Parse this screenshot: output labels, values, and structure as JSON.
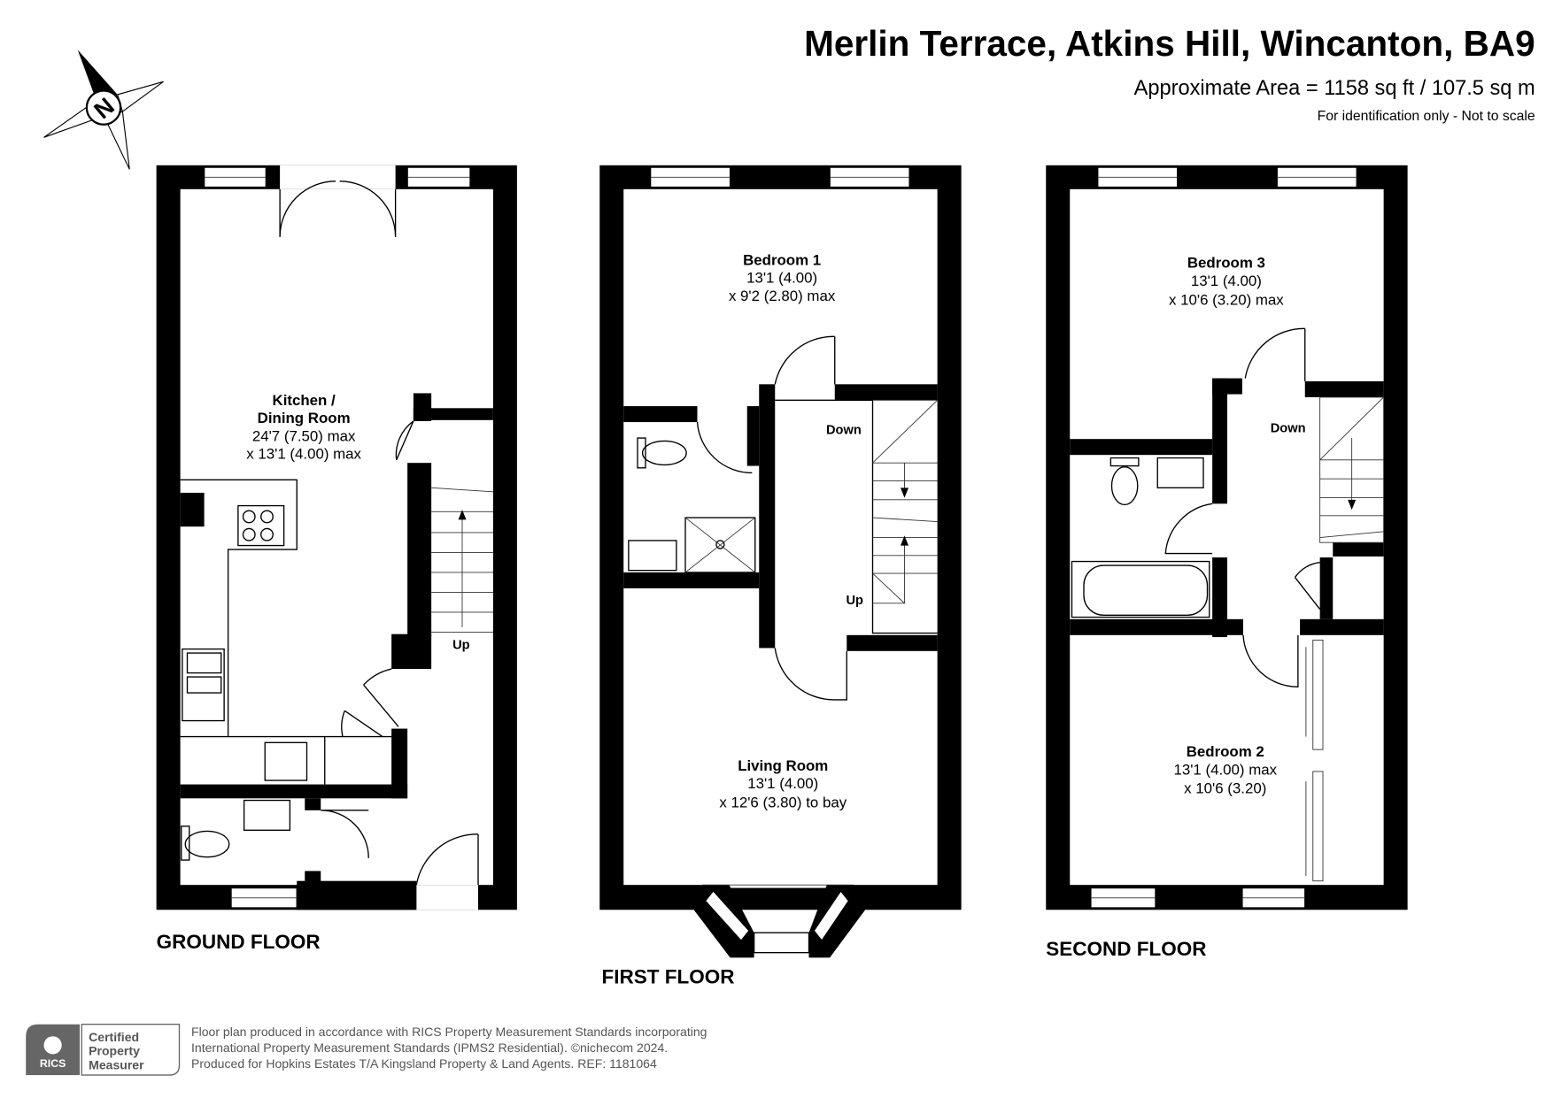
{
  "header": {
    "title": "Merlin Terrace, Atkins Hill, Wincanton, BA9",
    "area": "Approximate Area = 1158 sq ft / 107.5 sq m",
    "disclaimer": "For identification only - Not to scale"
  },
  "compass": {
    "label": "N"
  },
  "floors": [
    {
      "name": "GROUND FLOOR",
      "rooms": [
        {
          "name_lines": [
            "Kitchen /",
            "Dining Room"
          ],
          "dims": [
            "24'7 (7.50) max",
            "x 13'1 (4.00) max"
          ]
        }
      ],
      "stair_labels": [
        "Up"
      ]
    },
    {
      "name": "FIRST FLOOR",
      "rooms": [
        {
          "name_lines": [
            "Bedroom 1"
          ],
          "dims": [
            "13'1 (4.00)",
            "x 9'2 (2.80) max"
          ]
        },
        {
          "name_lines": [
            "Living Room"
          ],
          "dims": [
            "13'1 (4.00)",
            "x 12'6 (3.80) to bay"
          ]
        }
      ],
      "stair_labels": [
        "Down",
        "Up"
      ]
    },
    {
      "name": "SECOND FLOOR",
      "rooms": [
        {
          "name_lines": [
            "Bedroom 3"
          ],
          "dims": [
            "13'1 (4.00)",
            "x 10'6 (3.20) max"
          ]
        },
        {
          "name_lines": [
            "Bedroom 2"
          ],
          "dims": [
            "13'1 (4.00) max",
            "x 10'6 (3.20)"
          ]
        }
      ],
      "stair_labels": [
        "Down"
      ]
    }
  ],
  "footer": {
    "badge": {
      "brand": "RICS",
      "lines": [
        "Certified",
        "Property",
        "Measurer"
      ]
    },
    "notes": [
      "Floor plan produced in accordance with RICS Property Measurement Standards incorporating",
      "International Property Measurement Standards (IPMS2 Residential).   ©nichecom 2024.",
      "Produced for Hopkins Estates T/A Kingsland Property & Land Agents.   REF:  1181064"
    ]
  }
}
